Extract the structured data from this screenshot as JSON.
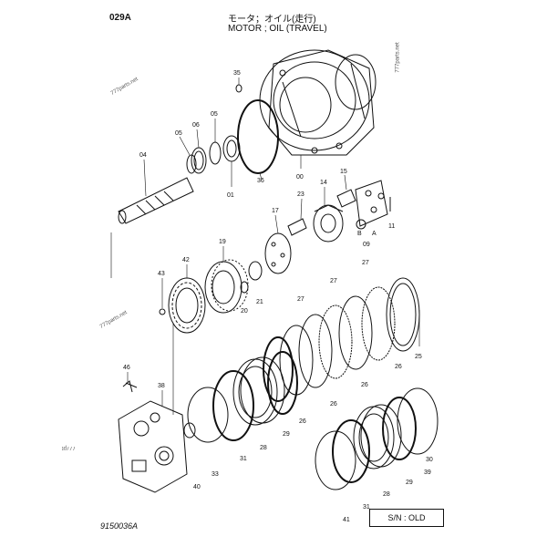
{
  "header": {
    "code": "029A",
    "title_jp": "モータ；オイル(走行)",
    "title_en": "MOTOR ; OIL (TRAVEL)"
  },
  "drawing_number": "9150036A",
  "serial_note": "S/N : OLD",
  "watermarks": [
    "777parts.net",
    "777parts.net",
    "777parts.net",
    "777pt"
  ],
  "callouts": {
    "c35": "35",
    "c36": "36",
    "c00": "00",
    "c05a": "05",
    "c06": "06",
    "c05b": "05",
    "c04": "04",
    "c01": "01",
    "c15": "15",
    "c14": "14",
    "c23": "23",
    "c11": "11",
    "c09": "09",
    "cA": "A",
    "cB": "B",
    "c17": "17",
    "c19": "19",
    "c42": "42",
    "c43": "43",
    "c21": "21",
    "c20": "20",
    "c27a": "27",
    "c27b": "27",
    "c27c": "27",
    "c25": "25",
    "c26a": "26",
    "c26b": "26",
    "c26c": "26",
    "c26d": "26",
    "c46": "46",
    "c38": "38",
    "c29a": "29",
    "c28a": "28",
    "c31a": "31",
    "c33": "33",
    "c40": "40",
    "c30": "30",
    "c39": "39",
    "c29b": "29",
    "c28b": "28",
    "c31b": "31",
    "c41": "41"
  }
}
